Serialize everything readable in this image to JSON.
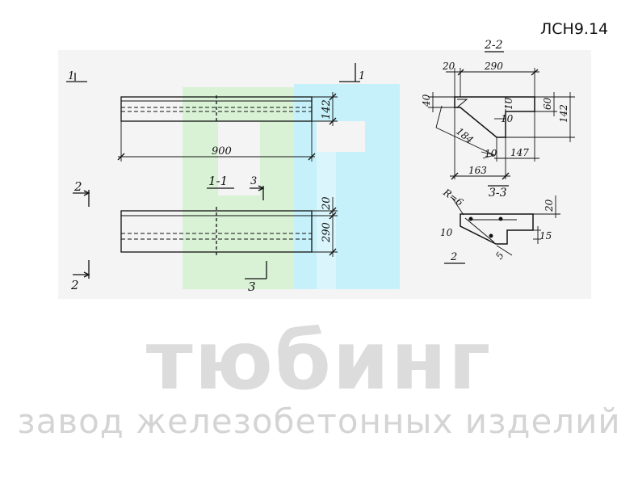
{
  "product_code": "ЛСН9.14",
  "watermark": {
    "brand": "тюбинг",
    "tagline": "завод железобетонных изделий",
    "colors": {
      "green": "#d9f2d6",
      "cyan": "#c6f1fa",
      "text": "#dcdcdc"
    }
  },
  "elevation": {
    "section_mark": "1",
    "length": "900",
    "height": "142"
  },
  "section_1_1": {
    "title": "1-1",
    "cut_mark_3": "3",
    "cut_mark_2": "2",
    "dim_top": "20",
    "dim_height": "290"
  },
  "section_2_2": {
    "title": "2-2",
    "dim_left": "20",
    "dim_width": "290",
    "dim_40": "40",
    "dim_10a": "10",
    "dim_60": "60",
    "dim_142": "142",
    "dim_10b": "10",
    "dim_184": "184",
    "dim_10c": "10",
    "dim_147": "147",
    "dim_163": "163"
  },
  "section_3_3": {
    "title": "3-3",
    "radius": "R=6",
    "dim_20": "20",
    "dim_10": "10",
    "dim_15": "15",
    "dim_5": "5",
    "bar_mark": "2"
  }
}
